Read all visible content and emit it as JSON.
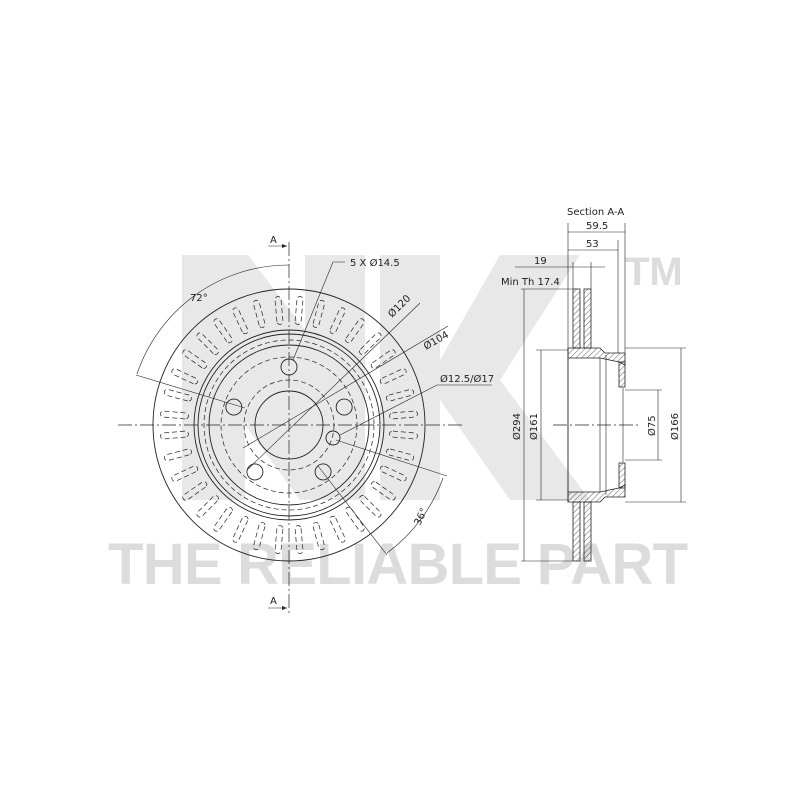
{
  "watermark": {
    "logo": "NK",
    "trademark": "TM",
    "slogan": "THE RELIABLE PART"
  },
  "front_view": {
    "section_marker_top": "A",
    "section_marker_bottom": "A",
    "bolt_holes_label": "5 X Ø14.5",
    "d120_label": "Ø120",
    "d104_label": "Ø104",
    "d_hole_label": "Ø12.5/Ø17",
    "angle_72_label": "72°",
    "angle_36_label": "36°"
  },
  "section_view": {
    "title": "Section A-A",
    "width_total_label": "59.5",
    "width_hat_label": "53",
    "thickness_label": "19",
    "min_thickness_label": "Min Th 17.4",
    "d294_label": "Ø294",
    "d161_label": "Ø161",
    "d75_label": "Ø75",
    "d166_label": "Ø166"
  },
  "colors": {
    "line": "#222222",
    "watermark": "#dcdcdc"
  }
}
